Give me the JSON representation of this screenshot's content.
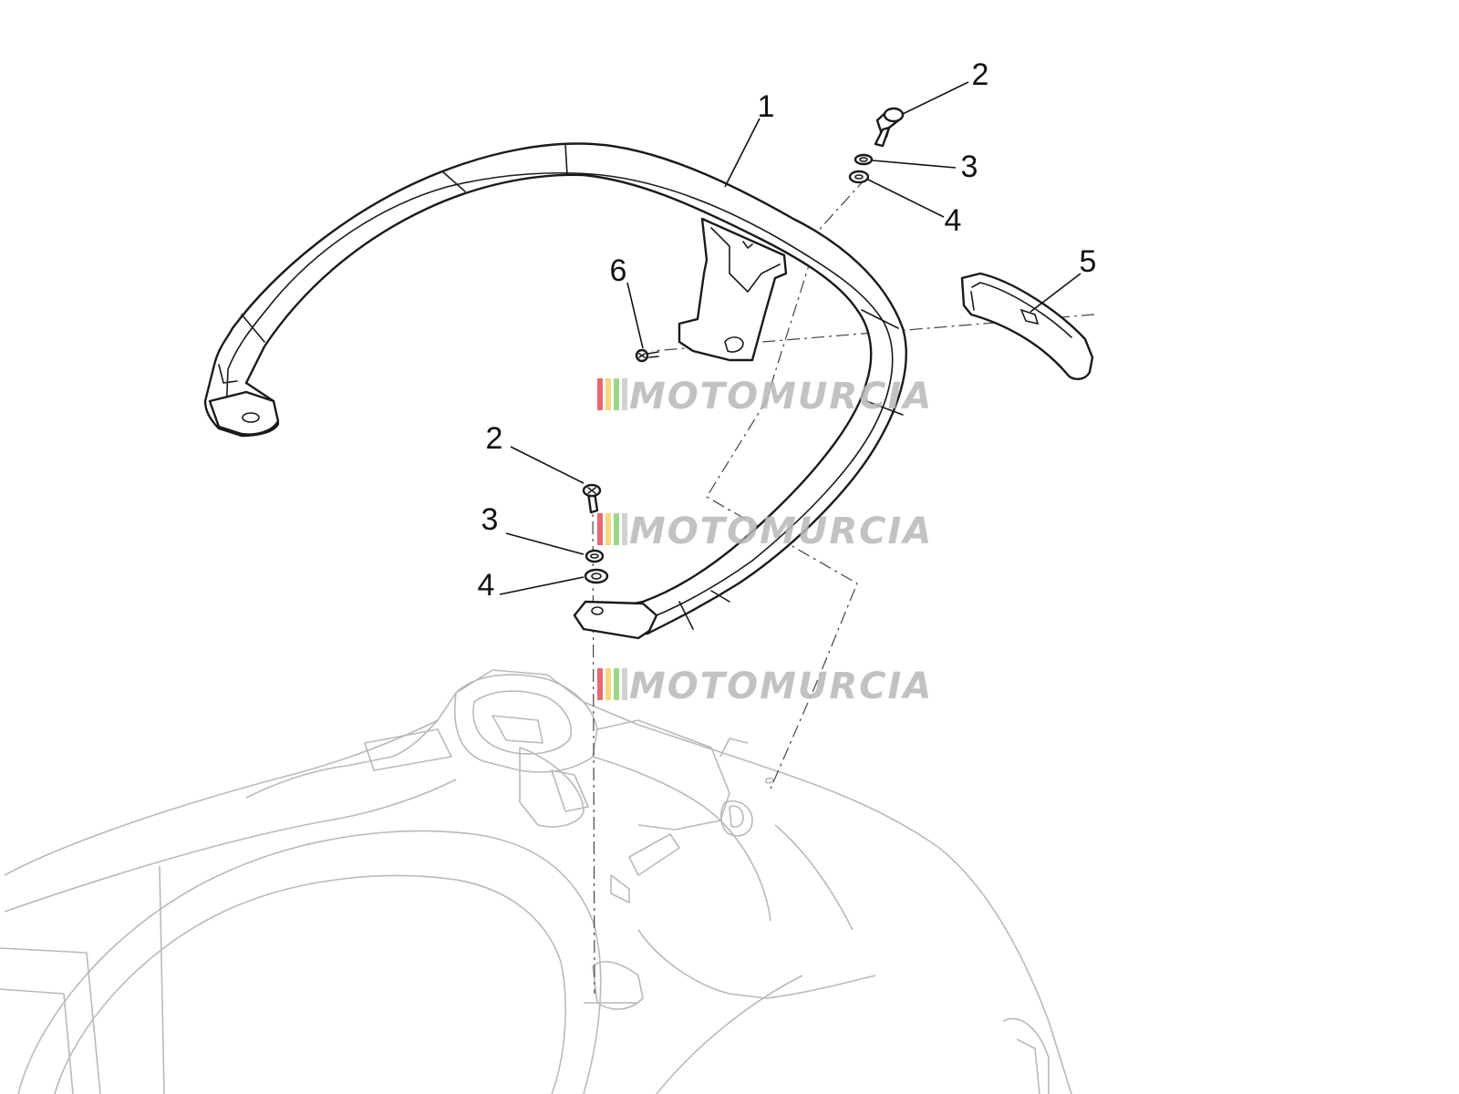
{
  "callouts": [
    {
      "id": "c1",
      "label": "1"
    },
    {
      "id": "c2a",
      "label": "2"
    },
    {
      "id": "c3a",
      "label": "3"
    },
    {
      "id": "c4a",
      "label": "4"
    },
    {
      "id": "c5",
      "label": "5"
    },
    {
      "id": "c6",
      "label": "6"
    },
    {
      "id": "c2b",
      "label": "2"
    },
    {
      "id": "c3b",
      "label": "3"
    },
    {
      "id": "c4b",
      "label": "4"
    }
  ],
  "watermark": {
    "text": "MOTOMURCIA",
    "stripe_colors": [
      "#e2515a",
      "#f3d36b",
      "#8fcf7a",
      "#c9c9c9"
    ],
    "text_color": "#b8b8b8"
  },
  "colors": {
    "line": "#1a1a1a",
    "background_part": "#b9b9b9",
    "background": "#ffffff"
  }
}
